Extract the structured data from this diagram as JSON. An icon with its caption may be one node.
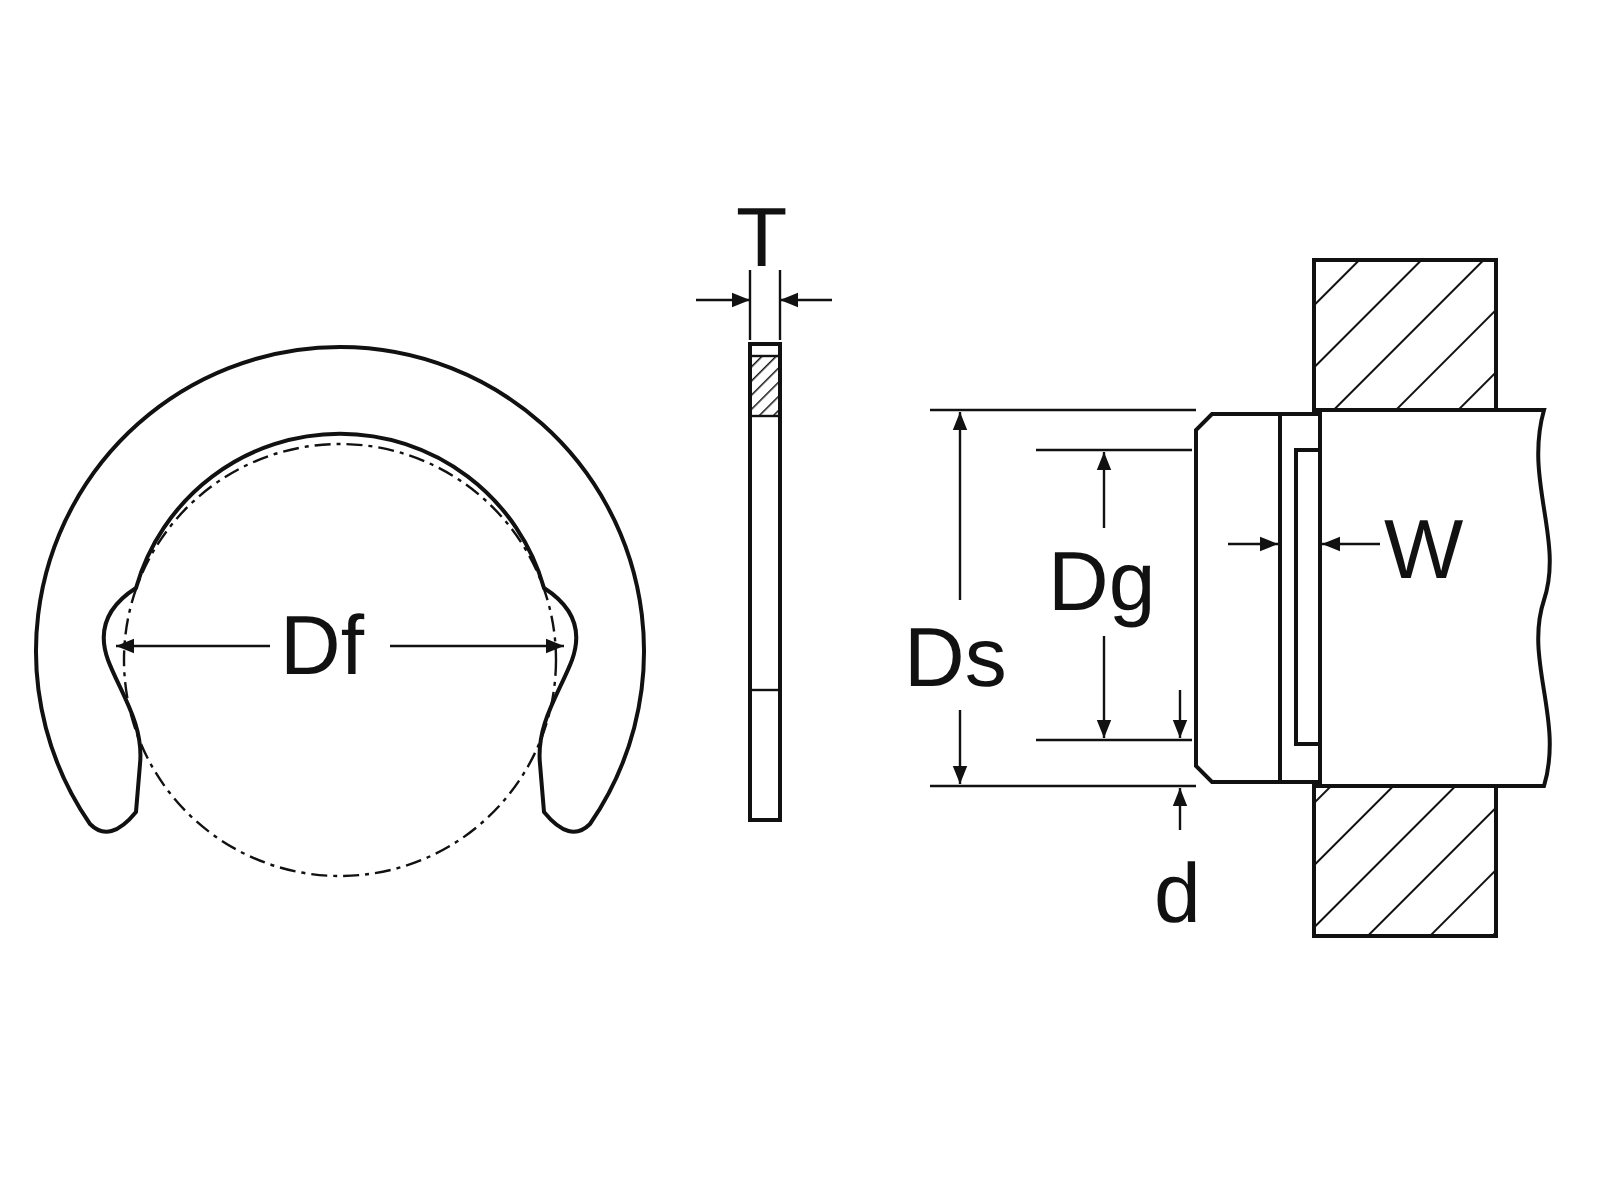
{
  "diagram": {
    "labels": [
      "T",
      "Df",
      "Dg",
      "Ds",
      "W",
      "d"
    ]
  }
}
